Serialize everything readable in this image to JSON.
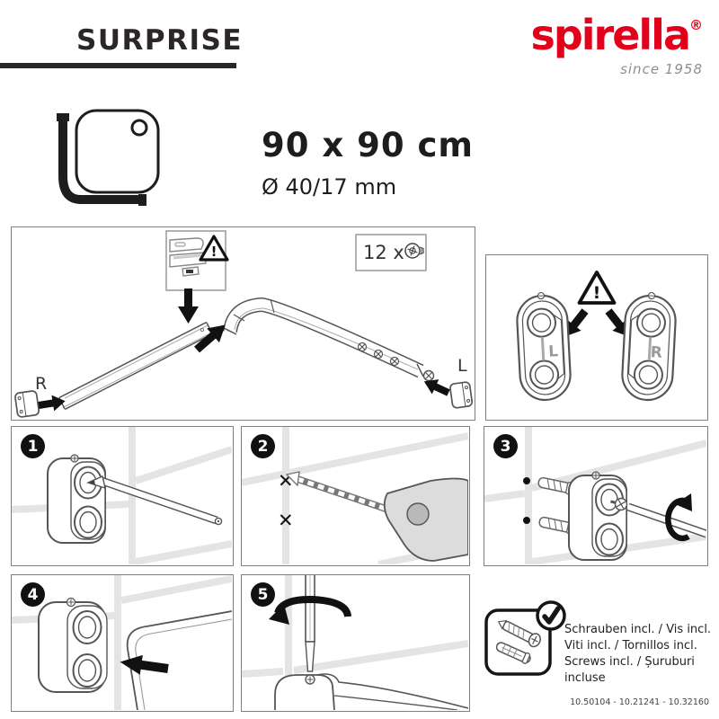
{
  "page": {
    "title": "SURPRISE",
    "brand": {
      "name": "spirella",
      "registered": "®",
      "tagline": "since 1958",
      "color": "#e2001a"
    },
    "product": {
      "size": "90 x 90 cm",
      "tube": "Ø 40/17 mm"
    },
    "diagram": {
      "screw_count": "12 x",
      "right_end_label": "R",
      "left_end_label": "L",
      "warning_mark": "!"
    },
    "brackets": {
      "left_label": "L",
      "right_label": "R",
      "warning_mark": "!"
    },
    "steps": [
      {
        "number": "1"
      },
      {
        "number": "2"
      },
      {
        "number": "3"
      },
      {
        "number": "4"
      },
      {
        "number": "5"
      }
    ],
    "step2": {
      "cross_mark": "✕"
    },
    "included": {
      "line_de_fr": "Schrauben incl. / Vis incl.",
      "line_it_es": "Viti incl. / Tornillos incl.",
      "line_en_ro": "Screws incl. / Șuruburi incluse"
    },
    "article_numbers": "10.50104 - 10.21241 - 10.32160"
  }
}
